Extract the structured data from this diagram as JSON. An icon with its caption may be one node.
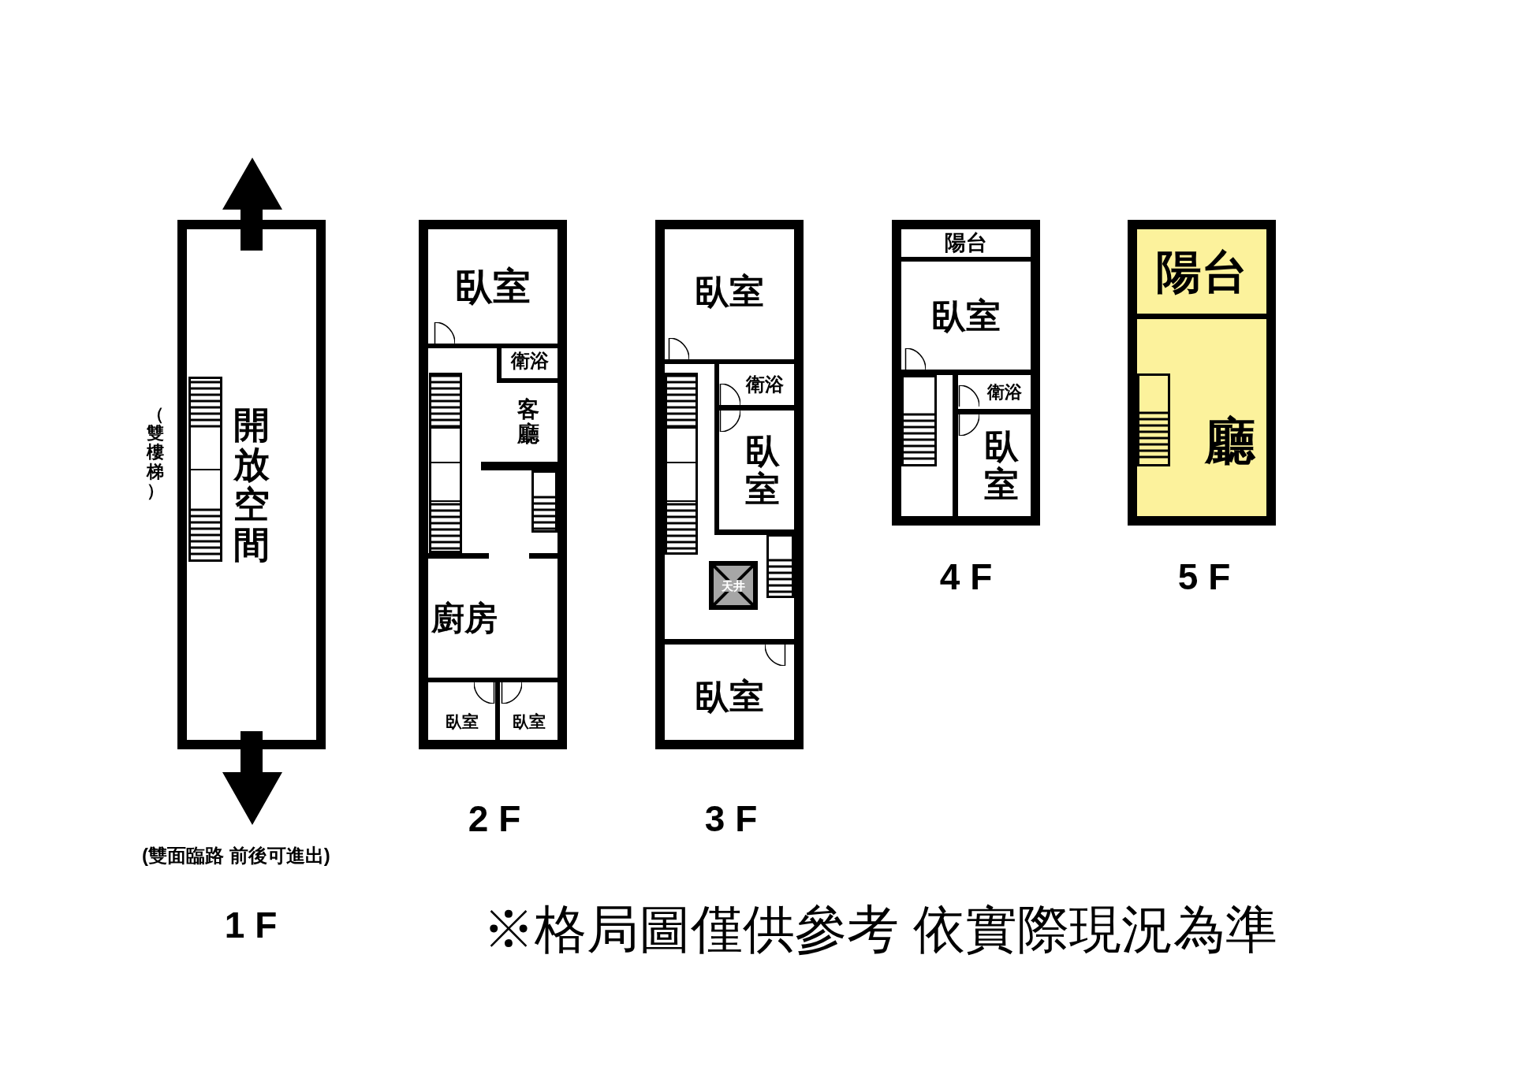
{
  "diagram": {
    "nodes": [
      {
        "text": [
          "開放空間"
        ]
      },
      {
        "text": [],
        "shape": "box",
        "beside": [
          "2 F"
        ]
      },
      {
        "text": [
          "臥室"
        ],
        "in": 1
      },
      {
        "text": [
          "衛浴"
        ],
        "in": 1
      },
      {
        "text": [
          "客廳"
        ],
        "in": 1
      },
      {
        "text": [
          "廚房"
        ],
        "in": 1
      },
      {
        "text": [
          "臥室"
        ],
        "in": 1
      },
      {
        "text": [
          "臥室"
        ],
        "in": 1
      },
      {
        "text": [],
        "shape": "box",
        "beside": [
          "3 F"
        ]
      },
      {
        "text": [
          "臥室"
        ],
        "in": 8
      },
      {
        "text": [
          "衛浴"
        ],
        "in": 8
      },
      {
        "text": [
          "臥室"
        ],
        "in": 8
      },
      {
        "text": [
          "天井"
        ],
        "in": 8
      },
      {
        "text": [
          "臥室"
        ],
        "in": 8
      },
      {
        "text": [],
        "shape": "box",
        "beside": [
          "4 F"
        ]
      },
      {
        "text": [
          "陽台"
        ],
        "in": 14
      },
      {
        "text": [
          "臥室"
        ],
        "in": 14
      },
      {
        "text": [
          "衛浴"
        ],
        "in": 14
      },
      {
        "text": [
          "臥室"
        ],
        "in": 14
      },
      {
        "text": [],
        "shape": "box",
        "beside": [
          "5 F"
        ]
      },
      {
        "text": [
          "陽台"
        ],
        "in": 19
      },
      {
        "text": [
          "廳"
        ],
        "in": 19
      }
    ],
    "labels": [
      "（雙樓梯）",
      "(雙面臨路 前後可進出)",
      "1 F",
      "※格局圖僅供參考 依實際現況為準"
    ]
  }
}
